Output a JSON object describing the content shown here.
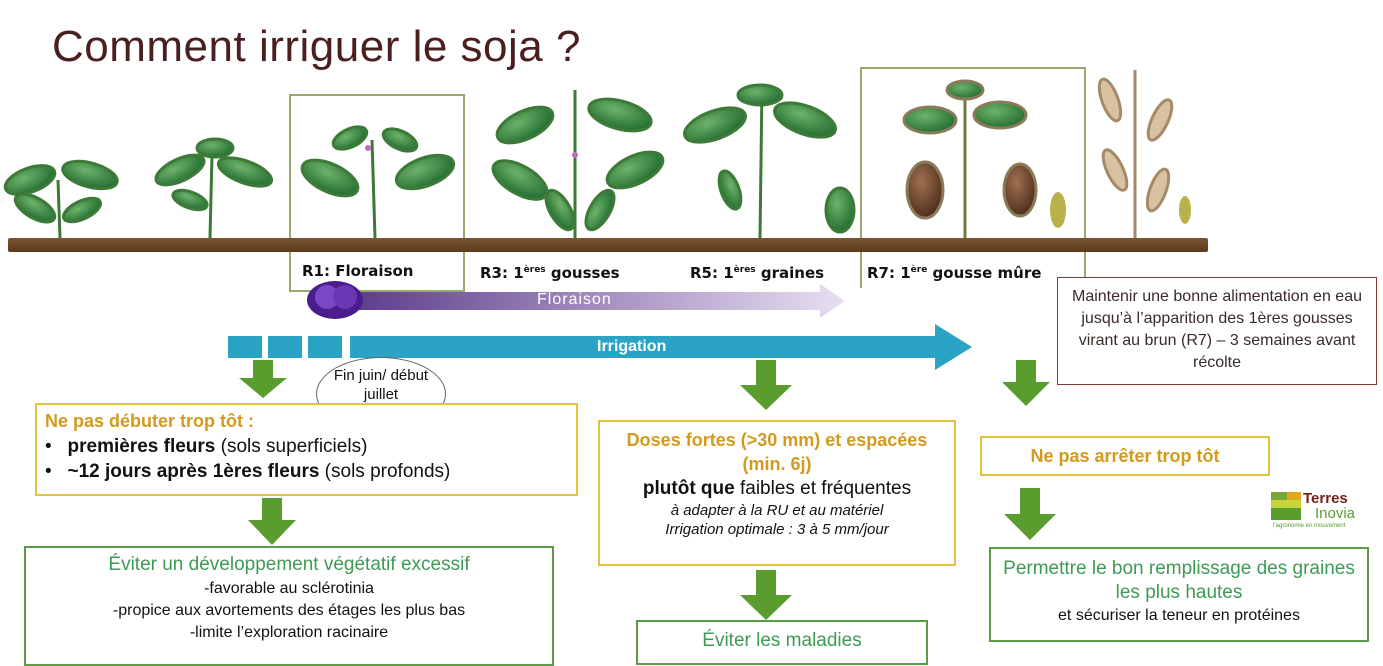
{
  "title": "Comment irriguer le soja ?",
  "stages": [
    {
      "label": "R1: Floraison",
      "sup": ""
    },
    {
      "label_pre": "R3: 1",
      "sup": "ères",
      "label_post": " gousses"
    },
    {
      "label_pre": "R5: 1",
      "sup": "ères",
      "label_post": " graines"
    },
    {
      "label_pre": "R7: 1",
      "sup": "ère",
      "label_post": " gousse mûre"
    }
  ],
  "arrows": {
    "floraison": "Floraison",
    "irrigation": "Irrigation"
  },
  "bubble": "Fin juin/ début juillet",
  "right_note": "Maintenir une bonne alimentation en eau jusqu’à l’apparition des 1ères gousses virant au brun (R7) – 3 semaines avant récolte",
  "left": {
    "heading": "Ne pas débuter trop tôt :",
    "bullets": [
      {
        "bold": "premières fleurs",
        "rest": " (sols superficiels)"
      },
      {
        "bold": "~12 jours après 1ères fleurs",
        "rest": " (sols profonds)"
      }
    ],
    "result_title": "Éviter un développement végétatif excessif",
    "result_lines": [
      "-favorable au sclérotinia",
      "-propice aux avortements des étages les plus bas",
      "-limite l’exploration racinaire"
    ]
  },
  "middle": {
    "heading": "Doses fortes (>30 mm) et espacées (min. 6j)",
    "line_bold": "plutôt que",
    "line_rest": " faibles et fréquentes",
    "italic1": "à adapter à la RU et au matériel",
    "italic2": "Irrigation optimale : 3 à 5 mm/jour",
    "result": "Éviter les maladies"
  },
  "right": {
    "heading": "Ne pas arrêter trop tôt",
    "result_title": "Permettre le bon remplissage des graines les plus hautes",
    "result_line": "et sécuriser la teneur en protéines"
  },
  "logo": {
    "line1": "Terres",
    "line2": "Inovia",
    "tagline": "l’agronomie en mouvement"
  },
  "colors": {
    "title": "#4a1f1f",
    "irrigation": "#2ba3c4",
    "floraison": "#8b7bb5",
    "arrow_green": "#5a9d2e",
    "gold": "#d39a1e",
    "green_text": "#3e9a55"
  }
}
